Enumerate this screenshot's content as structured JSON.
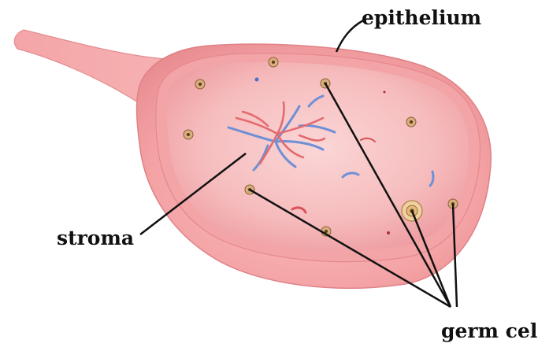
{
  "labels": {
    "epithelium": "epithelium",
    "stroma": "stroma",
    "germ_cells": "germ cells"
  },
  "colors": {
    "epithelium": "#f6a7a8",
    "epithelium_edge": "#e5898c",
    "cut_surface": "#f2b3b4",
    "interior": "#f7c4c4",
    "inner_rim": "#f19b9f",
    "artery": "#e36b6f",
    "vein": "#6f8fd6",
    "germ_cell": "#c89a63",
    "germ_cell_nucleus": "#5b3a22",
    "pointer_line": "#111111",
    "text": "#111111"
  }
}
